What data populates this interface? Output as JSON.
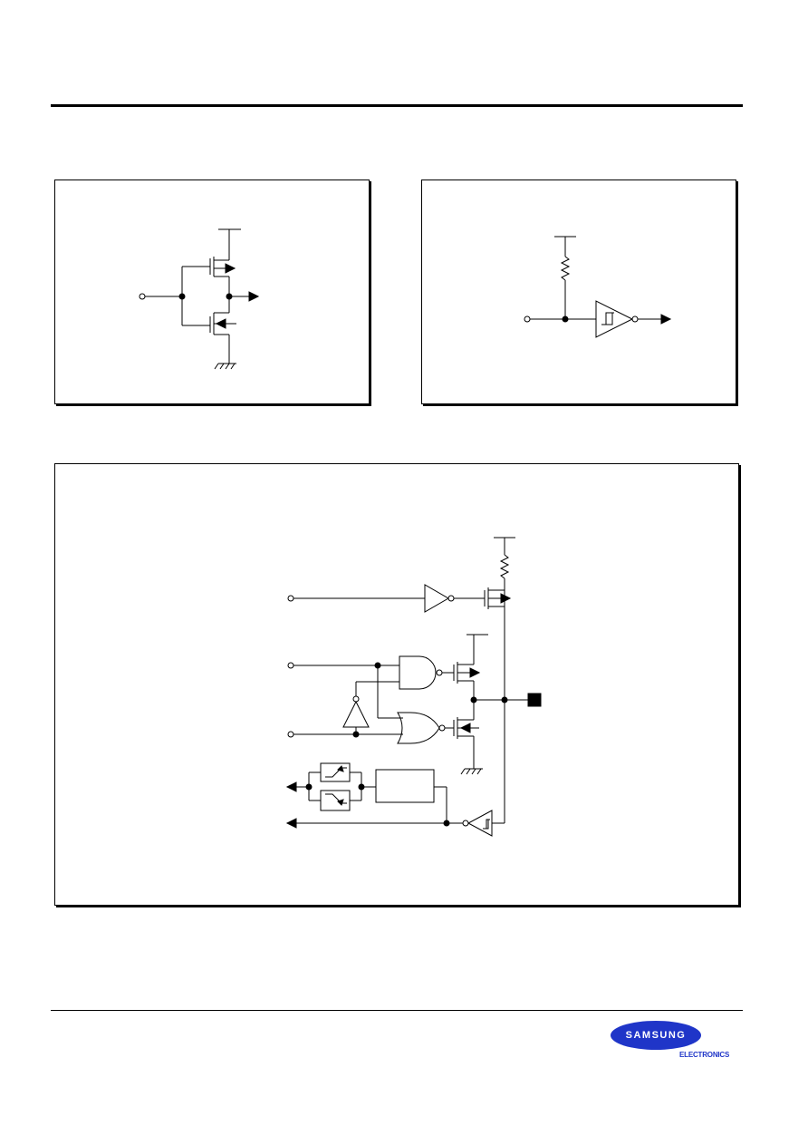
{
  "logo": {
    "brand": "SAMSUNG",
    "division": "ELECTRONICS",
    "color": "#1f35c8"
  },
  "figures": [
    {
      "id": "cmos-inverter",
      "kind": "schematic"
    },
    {
      "id": "schmitt-input-with-pullup",
      "kind": "schematic"
    },
    {
      "id": "io-port-circuit",
      "kind": "schematic"
    }
  ]
}
